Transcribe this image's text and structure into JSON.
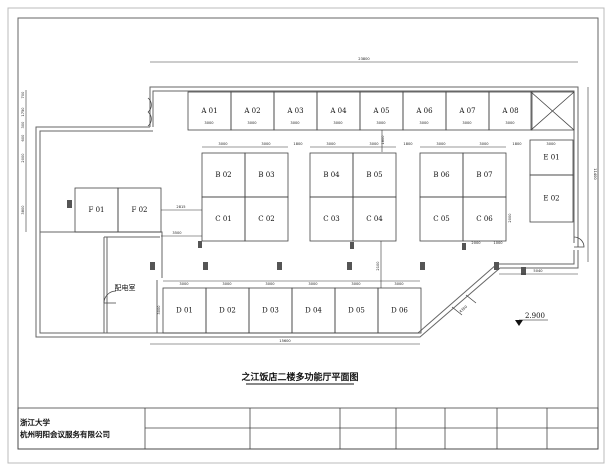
{
  "drawing_title": "之江饭店二楼多功能厅平面图",
  "elevation": "2.900",
  "room_label": "配电室",
  "booths": {
    "A": [
      "A 01",
      "A 02",
      "A 03",
      "A 04",
      "A 05",
      "A 06",
      "A 07",
      "A 08"
    ],
    "B": [
      "B 02",
      "B 03",
      "B 04",
      "B 05",
      "B 06",
      "B 07"
    ],
    "C": [
      "C 01",
      "C 02",
      "C 03",
      "C 04",
      "C 05",
      "C 06"
    ],
    "D": [
      "D 01",
      "D 02",
      "D 03",
      "D 04",
      "D 05",
      "D 06"
    ],
    "E": [
      "E 01",
      "E 02"
    ],
    "F": [
      "F 01",
      "F 02"
    ]
  },
  "dimensions": {
    "overall_top": "23800",
    "a_width": "3000",
    "bc_width": "3000",
    "gap": "1800",
    "aisle_vertical": "1800",
    "right_overall": "11400",
    "e_width": "3000",
    "left": [
      "700",
      "1750",
      "300",
      "600",
      "2000",
      "3800"
    ],
    "f_to_c": "2815",
    "f_lower": "3500",
    "d_width": "3000",
    "d_depth": "3000",
    "bottom_overall": "15600",
    "right_lower": "5040",
    "diagonal": "4350",
    "c06_side": "2000",
    "c06_bottom": [
      "2000",
      "1000"
    ],
    "middle_vertical": "2100"
  },
  "title_block": {
    "org_line1": "浙江大学",
    "org_line2": "杭州明阳会议服务有限公司"
  }
}
